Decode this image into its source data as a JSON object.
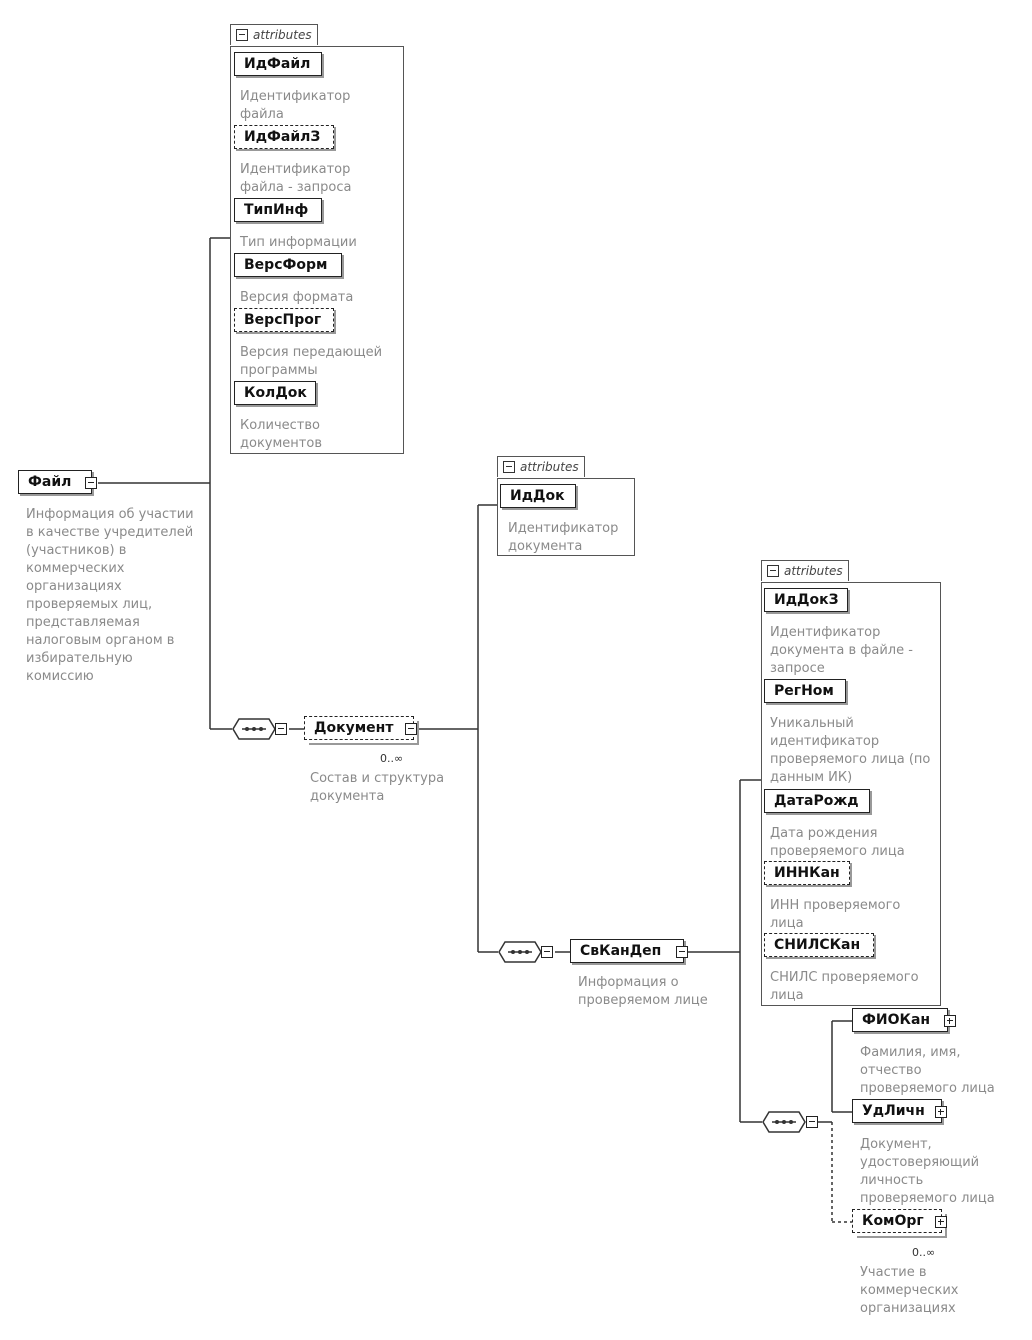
{
  "root": {
    "name": "Файл",
    "desc": "Информация об участии в качестве учредителей (участников) в коммерческих организациях проверяемых лиц, представляемая налоговым органом в избирательную комиссию"
  },
  "groups": {
    "file_attrs": {
      "tab": "attributes",
      "items": [
        {
          "name": "ИдФайл",
          "desc": "Идентификатор файла",
          "optional": false
        },
        {
          "name": "ИдФайлЗ",
          "desc": "Идентификатор файла - запроса",
          "optional": true
        },
        {
          "name": "ТипИнф",
          "desc": "Тип информации",
          "optional": false
        },
        {
          "name": "ВерсФорм",
          "desc": "Версия формата",
          "optional": false
        },
        {
          "name": "ВерсПрог",
          "desc": "Версия передающей программы",
          "optional": true
        },
        {
          "name": "КолДок",
          "desc": "Количество документов",
          "optional": false
        }
      ]
    },
    "doc_attrs": {
      "tab": "attributes",
      "items": [
        {
          "name": "ИдДок",
          "desc": "Идентификатор документа",
          "optional": false
        }
      ]
    },
    "cand_attrs": {
      "tab": "attributes",
      "items": [
        {
          "name": "ИдДокЗ",
          "desc": "Идентификатор документа в файле - запросе",
          "optional": false
        },
        {
          "name": "РегНом",
          "desc": "Уникальный идентификатор проверяемого лица (по данным ИК)",
          "optional": false
        },
        {
          "name": "ДатаРожд",
          "desc": "Дата рождения проверяемого лица",
          "optional": false
        },
        {
          "name": "ИННКан",
          "desc": "ИНН проверяемого лица",
          "optional": true
        },
        {
          "name": "СНИЛСКан",
          "desc": "СНИЛС проверяемого лица",
          "optional": true
        }
      ]
    }
  },
  "document": {
    "name": "Документ",
    "cardinality": "0..∞",
    "desc": "Состав и структура документа"
  },
  "svkandep": {
    "name": "СвКанДеп",
    "desc": "Информация о проверяемом лице"
  },
  "children": [
    {
      "name": "ФИОКан",
      "desc": "Фамилия, имя, отчество проверяемого лица",
      "cardinality": ""
    },
    {
      "name": "УдЛичн",
      "desc": "Документ, удостоверяющий личность проверяемого лица",
      "cardinality": ""
    },
    {
      "name": "КомОрг",
      "desc": "Участие в коммерческих организациях",
      "cardinality": "0..∞"
    }
  ]
}
